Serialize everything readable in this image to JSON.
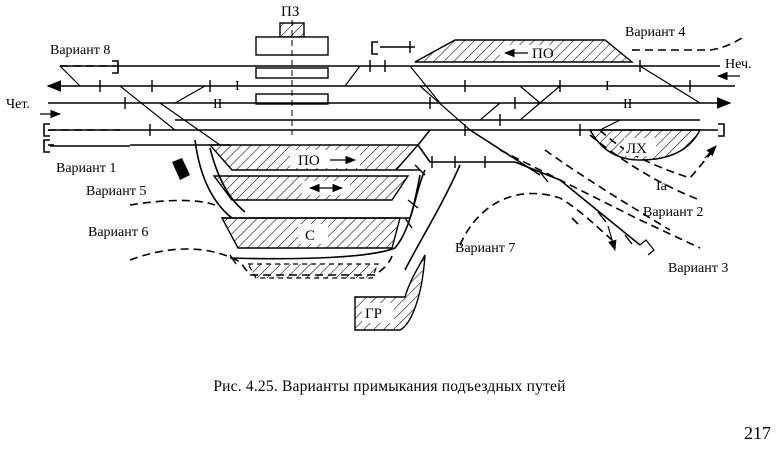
{
  "figure": {
    "caption": "Рис. 4.25. Варианты примыкания подъездных путей",
    "page_number": "217"
  },
  "labels": {
    "pz": "ПЗ",
    "main_I": "I",
    "main_II": "II",
    "chet": "Чет.",
    "nech": "Неч.",
    "po_top": "ПО",
    "po_mid": "ПО",
    "lh": "ЛХ",
    "c": "С",
    "gr": "ГР",
    "ia": "Iа",
    "v1": "Вариант 1",
    "v2": "Вариант 2",
    "v3": "Вариант 3",
    "v4": "Вариант 4",
    "v5": "Вариант 5",
    "v6": "Вариант 6",
    "v7": "Вариант 7",
    "v8": "Вариант 8"
  }
}
